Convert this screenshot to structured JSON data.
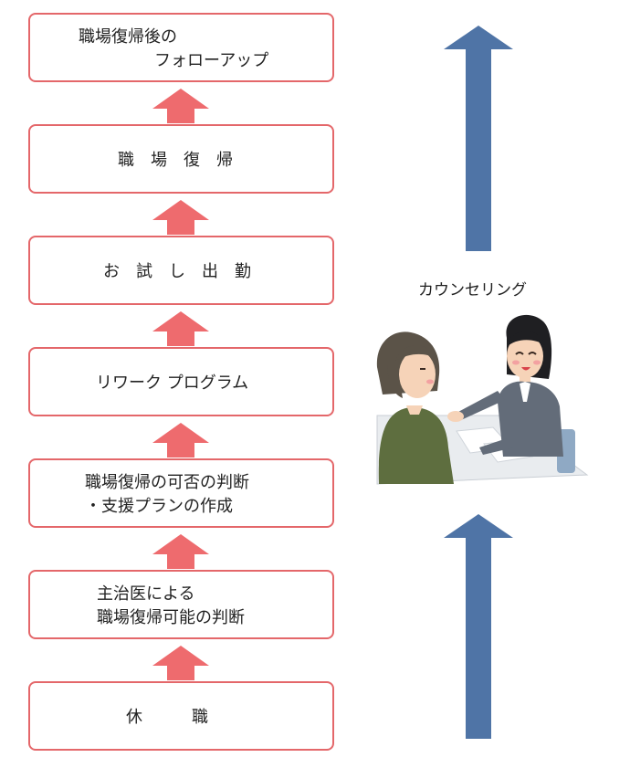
{
  "steps": [
    {
      "line1": "職場復帰後の",
      "line2": "フォローアップ"
    },
    {
      "line1": "職　場　復　帰"
    },
    {
      "line1": "お　試　し　出　勤"
    },
    {
      "line1": "リワーク プログラム"
    },
    {
      "line1": "職場復帰の可否の判断",
      "line2": "・支援プランの作成"
    },
    {
      "line1": "主治医による",
      "line2": "職場復帰可能の判断"
    },
    {
      "line1": "休　　　職"
    }
  ],
  "counseling": {
    "label": "カウンセリング"
  },
  "colors": {
    "box_border": "#e4676a",
    "arrow_red": "#ee6b6e",
    "arrow_blue": "#4f74a6"
  }
}
